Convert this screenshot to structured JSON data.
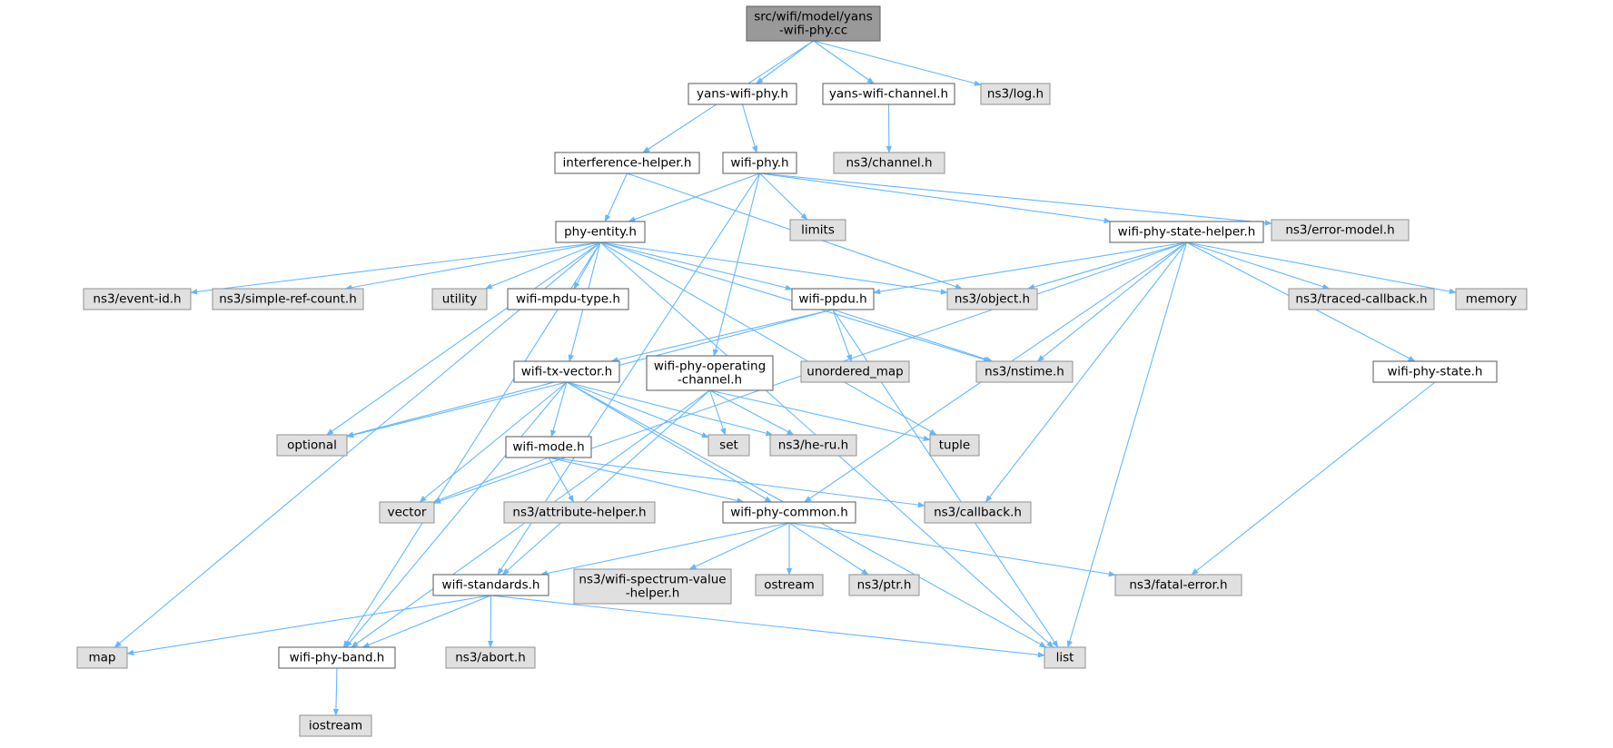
{
  "colors": {
    "edge": "#63b8ff",
    "root_fill": "#999999",
    "root_stroke": "#666666",
    "local_fill": "#ffffff",
    "local_stroke": "#666666",
    "external_fill": "#e0e0e0",
    "external_stroke": "#999999"
  },
  "nodes": [
    {
      "id": "root",
      "kind": "root",
      "lines": [
        "src/wifi/model/yans",
        "-wifi-phy.cc"
      ]
    },
    {
      "id": "yans_phy",
      "kind": "local",
      "lines": [
        "yans-wifi-phy.h"
      ]
    },
    {
      "id": "yans_chan",
      "kind": "local",
      "lines": [
        "yans-wifi-channel.h"
      ]
    },
    {
      "id": "log",
      "kind": "external",
      "lines": [
        "ns3/log.h"
      ]
    },
    {
      "id": "chan",
      "kind": "external",
      "lines": [
        "ns3/channel.h"
      ]
    },
    {
      "id": "interf",
      "kind": "local",
      "lines": [
        "interference-helper.h"
      ]
    },
    {
      "id": "wifiphy",
      "kind": "local",
      "lines": [
        "wifi-phy.h"
      ]
    },
    {
      "id": "limits",
      "kind": "external",
      "lines": [
        "limits"
      ]
    },
    {
      "id": "errmodel",
      "kind": "external",
      "lines": [
        "ns3/error-model.h"
      ]
    },
    {
      "id": "phyent",
      "kind": "local",
      "lines": [
        "phy-entity.h"
      ]
    },
    {
      "id": "statehelper",
      "kind": "local",
      "lines": [
        "wifi-phy-state-helper.h"
      ]
    },
    {
      "id": "eventid",
      "kind": "external",
      "lines": [
        "ns3/event-id.h"
      ]
    },
    {
      "id": "simpleref",
      "kind": "external",
      "lines": [
        "ns3/simple-ref-count.h"
      ]
    },
    {
      "id": "utility",
      "kind": "external",
      "lines": [
        "utility"
      ]
    },
    {
      "id": "mpdutype",
      "kind": "local",
      "lines": [
        "wifi-mpdu-type.h"
      ]
    },
    {
      "id": "ppdu",
      "kind": "local",
      "lines": [
        "wifi-ppdu.h"
      ]
    },
    {
      "id": "object",
      "kind": "external",
      "lines": [
        "ns3/object.h"
      ]
    },
    {
      "id": "traced",
      "kind": "external",
      "lines": [
        "ns3/traced-callback.h"
      ]
    },
    {
      "id": "memory",
      "kind": "external",
      "lines": [
        "memory"
      ]
    },
    {
      "id": "txvec",
      "kind": "local",
      "lines": [
        "wifi-tx-vector.h"
      ]
    },
    {
      "id": "opchan",
      "kind": "local",
      "lines": [
        "wifi-phy-operating",
        "-channel.h"
      ]
    },
    {
      "id": "unordered",
      "kind": "external",
      "lines": [
        "unordered_map"
      ]
    },
    {
      "id": "nstime",
      "kind": "external",
      "lines": [
        "ns3/nstime.h"
      ]
    },
    {
      "id": "phystate",
      "kind": "local",
      "lines": [
        "wifi-phy-state.h"
      ]
    },
    {
      "id": "optional",
      "kind": "external",
      "lines": [
        "optional"
      ]
    },
    {
      "id": "set",
      "kind": "external",
      "lines": [
        "set"
      ]
    },
    {
      "id": "heru",
      "kind": "external",
      "lines": [
        "ns3/he-ru.h"
      ]
    },
    {
      "id": "tuple",
      "kind": "external",
      "lines": [
        "tuple"
      ]
    },
    {
      "id": "mode",
      "kind": "local",
      "lines": [
        "wifi-mode.h"
      ]
    },
    {
      "id": "vector",
      "kind": "external",
      "lines": [
        "vector"
      ]
    },
    {
      "id": "attrhelper",
      "kind": "external",
      "lines": [
        "ns3/attribute-helper.h"
      ]
    },
    {
      "id": "common",
      "kind": "local",
      "lines": [
        "wifi-phy-common.h"
      ]
    },
    {
      "id": "callback",
      "kind": "external",
      "lines": [
        "ns3/callback.h"
      ]
    },
    {
      "id": "standards",
      "kind": "local",
      "lines": [
        "wifi-standards.h"
      ]
    },
    {
      "id": "spectrum",
      "kind": "external",
      "lines": [
        "ns3/wifi-spectrum-value",
        "-helper.h"
      ]
    },
    {
      "id": "ostream",
      "kind": "external",
      "lines": [
        "ostream"
      ]
    },
    {
      "id": "ptr",
      "kind": "external",
      "lines": [
        "ns3/ptr.h"
      ]
    },
    {
      "id": "fatal",
      "kind": "external",
      "lines": [
        "ns3/fatal-error.h"
      ]
    },
    {
      "id": "map",
      "kind": "external",
      "lines": [
        "map"
      ]
    },
    {
      "id": "band",
      "kind": "local",
      "lines": [
        "wifi-phy-band.h"
      ]
    },
    {
      "id": "abort",
      "kind": "external",
      "lines": [
        "ns3/abort.h"
      ]
    },
    {
      "id": "list",
      "kind": "external",
      "lines": [
        "list"
      ]
    },
    {
      "id": "iostream",
      "kind": "external",
      "lines": [
        "iostream"
      ]
    }
  ],
  "edges": [
    [
      "root",
      "yans_phy"
    ],
    [
      "root",
      "yans_chan"
    ],
    [
      "root",
      "log"
    ],
    [
      "root",
      "interf"
    ],
    [
      "yans_phy",
      "wifiphy"
    ],
    [
      "yans_chan",
      "chan"
    ],
    [
      "interf",
      "phyent"
    ],
    [
      "interf",
      "object"
    ],
    [
      "wifiphy",
      "phyent"
    ],
    [
      "wifiphy",
      "limits"
    ],
    [
      "wifiphy",
      "errmodel"
    ],
    [
      "wifiphy",
      "statehelper"
    ],
    [
      "wifiphy",
      "opchan"
    ],
    [
      "wifiphy",
      "standards"
    ],
    [
      "phyent",
      "eventid"
    ],
    [
      "phyent",
      "simpleref"
    ],
    [
      "phyent",
      "utility"
    ],
    [
      "phyent",
      "mpdutype"
    ],
    [
      "phyent",
      "ppdu"
    ],
    [
      "phyent",
      "txvec"
    ],
    [
      "phyent",
      "optional"
    ],
    [
      "phyent",
      "nstime"
    ],
    [
      "phyent",
      "tuple"
    ],
    [
      "phyent",
      "list"
    ],
    [
      "phyent",
      "map"
    ],
    [
      "phyent",
      "band"
    ],
    [
      "phyent",
      "object"
    ],
    [
      "statehelper",
      "ppdu"
    ],
    [
      "statehelper",
      "object"
    ],
    [
      "statehelper",
      "traced"
    ],
    [
      "statehelper",
      "memory"
    ],
    [
      "statehelper",
      "nstime"
    ],
    [
      "statehelper",
      "phystate"
    ],
    [
      "statehelper",
      "common"
    ],
    [
      "statehelper",
      "callback"
    ],
    [
      "statehelper",
      "list"
    ],
    [
      "statehelper",
      "vector"
    ],
    [
      "ppdu",
      "txvec"
    ],
    [
      "ppdu",
      "unordered"
    ],
    [
      "ppdu",
      "nstime"
    ],
    [
      "ppdu",
      "optional"
    ],
    [
      "ppdu",
      "list"
    ],
    [
      "txvec",
      "optional"
    ],
    [
      "txvec",
      "set"
    ],
    [
      "txvec",
      "heru"
    ],
    [
      "txvec",
      "mode"
    ],
    [
      "txvec",
      "vector"
    ],
    [
      "txvec",
      "common"
    ],
    [
      "txvec",
      "band"
    ],
    [
      "txvec",
      "list"
    ],
    [
      "opchan",
      "set"
    ],
    [
      "opchan",
      "heru"
    ],
    [
      "opchan",
      "tuple"
    ],
    [
      "opchan",
      "standards"
    ],
    [
      "opchan",
      "band"
    ],
    [
      "phystate",
      "fatal"
    ],
    [
      "mode",
      "vector"
    ],
    [
      "mode",
      "attrhelper"
    ],
    [
      "mode",
      "common"
    ],
    [
      "mode",
      "callback"
    ],
    [
      "common",
      "standards"
    ],
    [
      "common",
      "spectrum"
    ],
    [
      "common",
      "ostream"
    ],
    [
      "common",
      "ptr"
    ],
    [
      "common",
      "fatal"
    ],
    [
      "standards",
      "map"
    ],
    [
      "standards",
      "band"
    ],
    [
      "standards",
      "abort"
    ],
    [
      "standards",
      "list"
    ],
    [
      "band",
      "iostream"
    ]
  ]
}
